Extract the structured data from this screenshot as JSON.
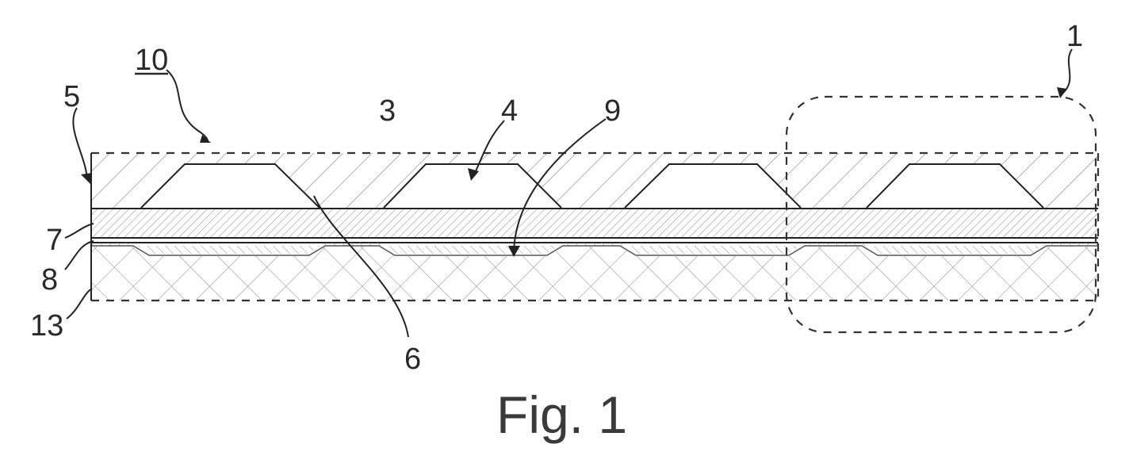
{
  "figure": {
    "caption": "Fig. 1",
    "labels": {
      "l10": "10",
      "l1": "1",
      "l5": "5",
      "l3": "3",
      "l4": "4",
      "l9": "9",
      "l7": "7",
      "l8": "8",
      "l13": "13",
      "l6": "6"
    }
  }
}
